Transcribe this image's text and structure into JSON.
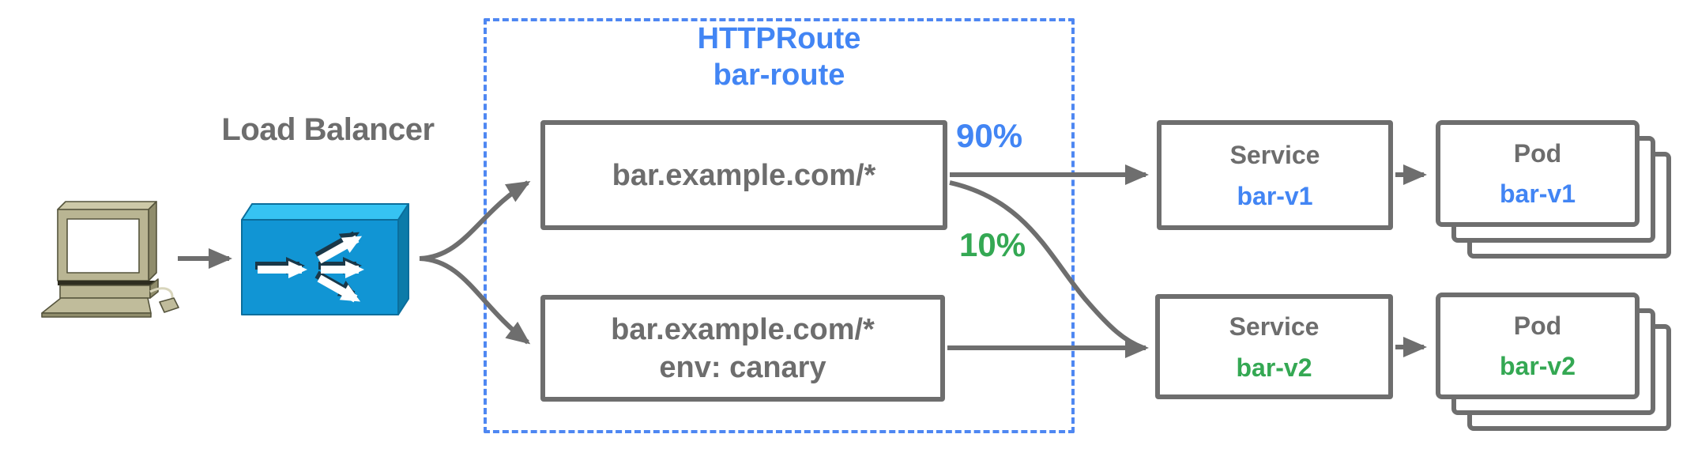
{
  "load_balancer": {
    "label": "Load Balancer",
    "icon": "load-balancer-icon"
  },
  "client": {
    "icon": "desktop-computer-icon"
  },
  "httproute": {
    "name_line1": "HTTPRoute",
    "name_line2": "bar-route",
    "rule1": {
      "host": "bar.example.com/*"
    },
    "rule2": {
      "host": "bar.example.com/*",
      "header_match": "env: canary"
    }
  },
  "weights": {
    "v1": "90%",
    "v2": "10%"
  },
  "service_v1": {
    "kind": "Service",
    "name": "bar-v1"
  },
  "service_v2": {
    "kind": "Service",
    "name": "bar-v2"
  },
  "pod_v1": {
    "kind": "Pod",
    "name": "bar-v1"
  },
  "pod_v2": {
    "kind": "Pod",
    "name": "bar-v2"
  },
  "colors": {
    "accent_blue": "#4285f4",
    "accent_green": "#34a853",
    "line_gray": "#6e6e6e",
    "text_gray": "#6d6d6d",
    "dashed_border_blue": "#4e87f2",
    "lb_front_blue": "#1195d4",
    "lb_top_blue": "#36c3f2",
    "lb_side_blue": "#0c7ba9",
    "client_body_beige": "#b9b593"
  }
}
